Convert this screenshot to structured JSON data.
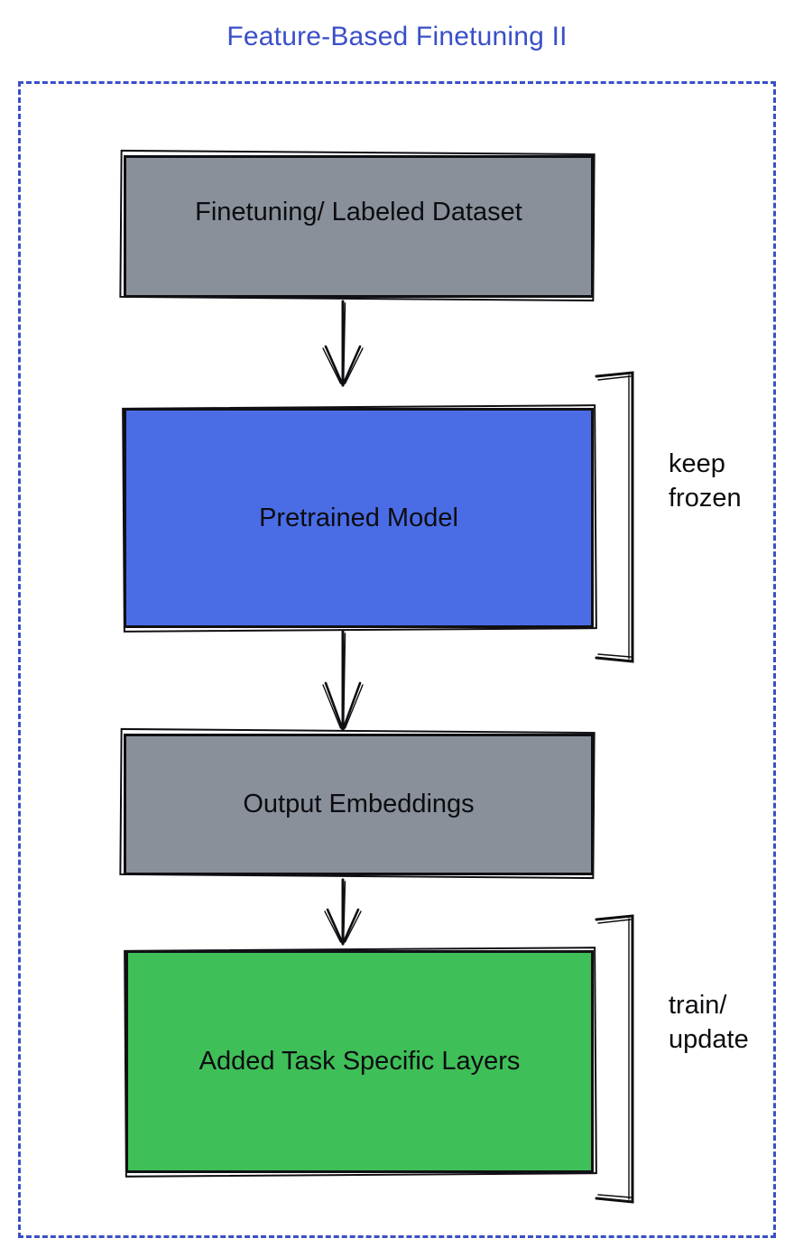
{
  "title": {
    "text": "Feature-Based Finetuning II",
    "color": "#3a4fc8"
  },
  "frame": {
    "border_color": "#3a4fc8"
  },
  "nodes": {
    "dataset": {
      "label": "Finetuning/ Labeled Dataset",
      "fill": "#899099"
    },
    "pretrained": {
      "label": "Pretrained Model",
      "fill": "#4a6de6"
    },
    "embeddings": {
      "label": "Output Embeddings",
      "fill": "#899099"
    },
    "task_layers": {
      "label": "Added Task Specific Layers",
      "fill": "#3fbf58"
    }
  },
  "annotations": {
    "keep_frozen": {
      "line1": "keep",
      "line2": "frozen"
    },
    "train_update": {
      "line1": "train/",
      "line2": "update"
    }
  },
  "edges": [
    {
      "from": "Finetuning/ Labeled Dataset",
      "to": "Pretrained Model"
    },
    {
      "from": "Pretrained Model",
      "to": "Output Embeddings"
    },
    {
      "from": "Output Embeddings",
      "to": "Added Task Specific Layers"
    }
  ],
  "ink_color": "#101014"
}
